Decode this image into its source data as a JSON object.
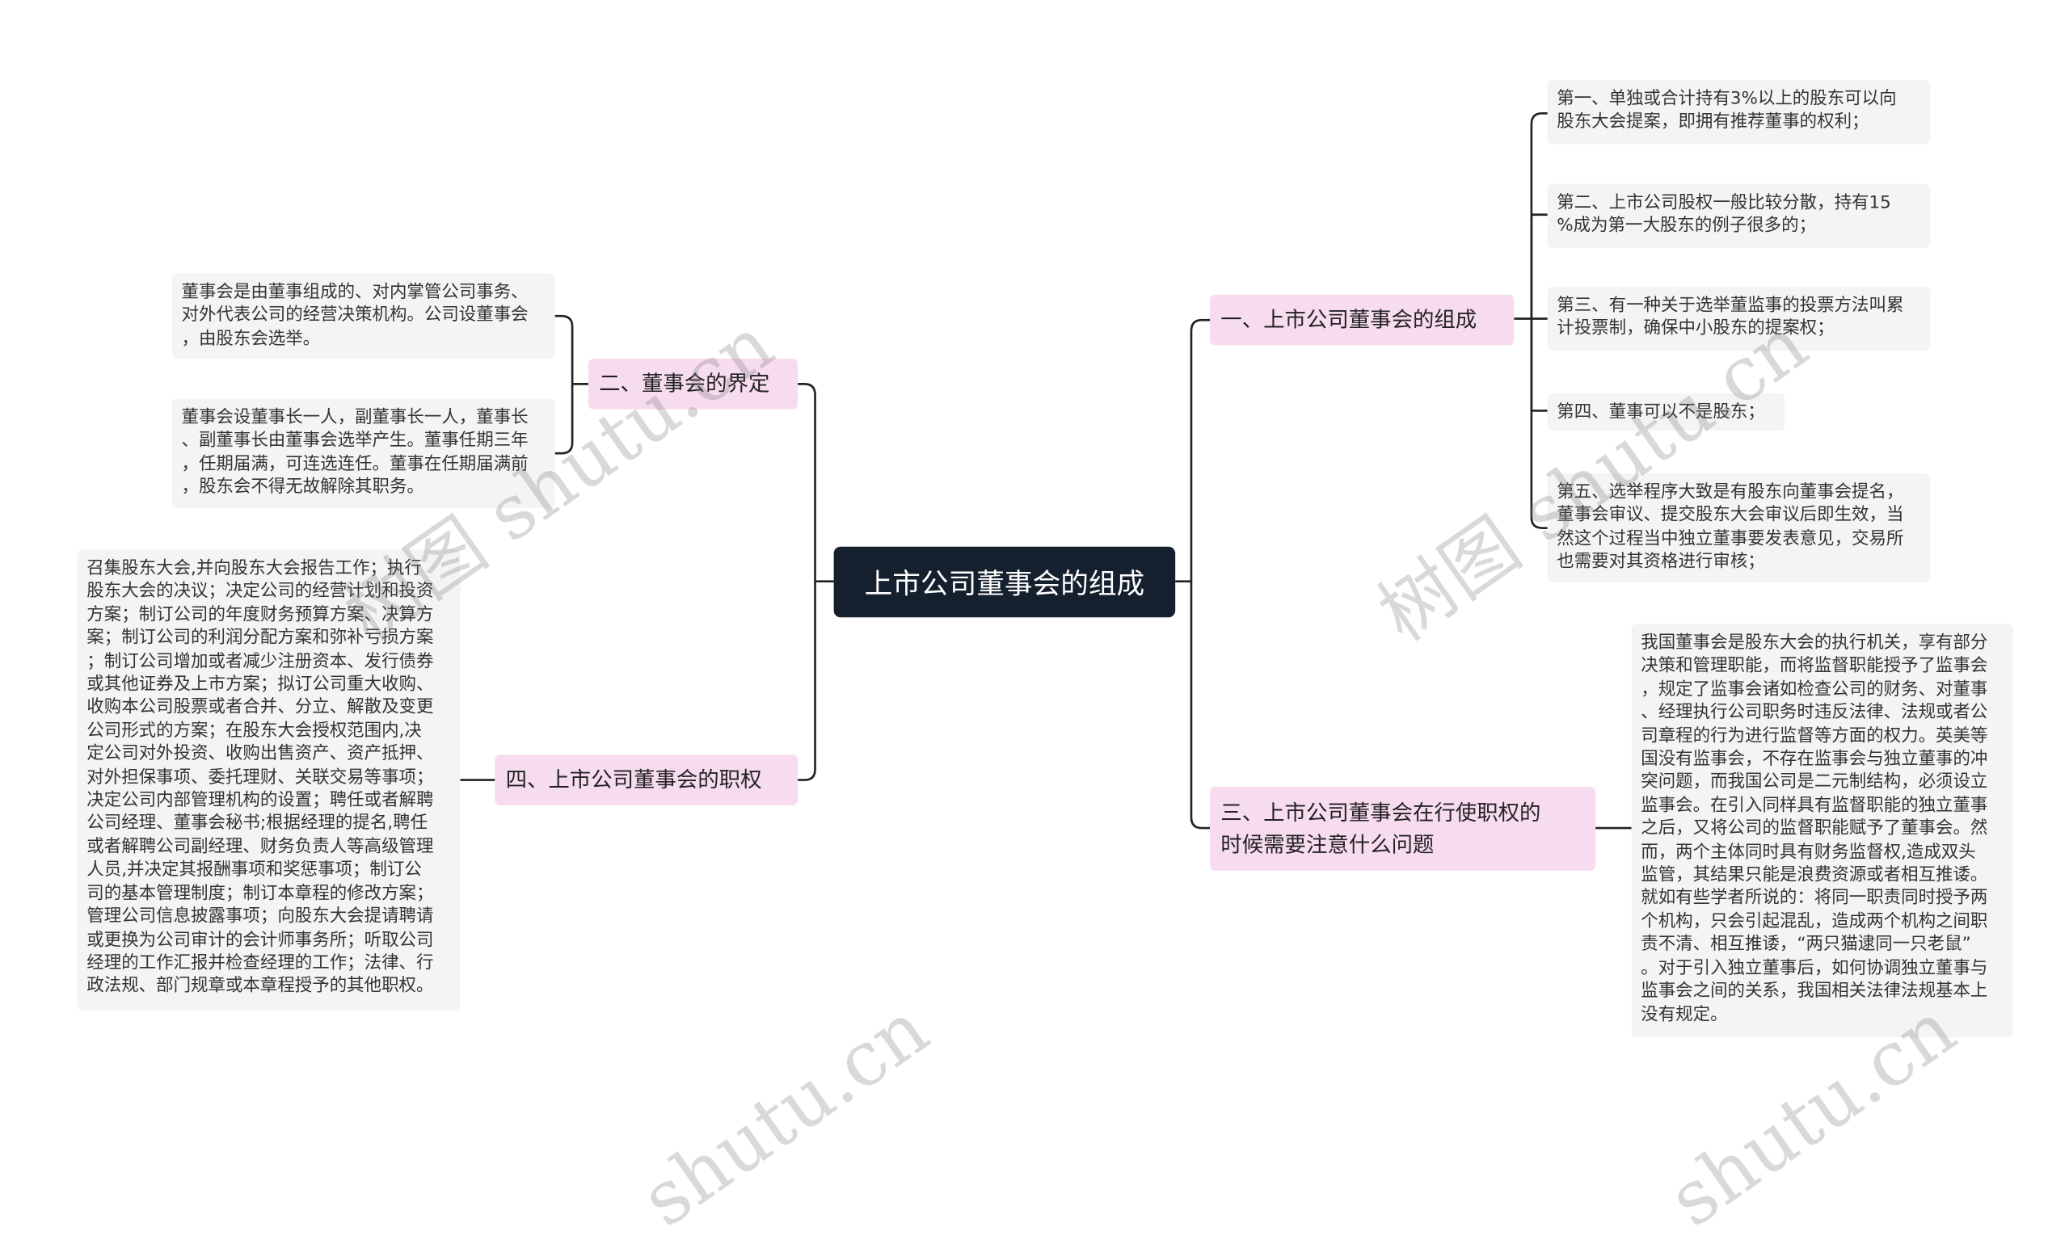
{
  "root": "上市公司董事会的组成",
  "branches": {
    "b1": {
      "label": "一、上市公司董事会的组成",
      "items": [
        "第一、单独或合计持有3%以上的股东可以向\n股东大会提案，即拥有推荐董事的权利；",
        "第二、上市公司股权一般比较分散，持有15\n%成为第一大股东的例子很多的；",
        "第三、有一种关于选举董监事的投票方法叫累\n计投票制，确保中小股东的提案权；",
        "第四、董事可以不是股东；",
        "第五、选举程序大致是有股东向董事会提名，\n董事会审议、提交股东大会审议后即生效，当\n然这个过程当中独立董事要发表意见，交易所\n也需要对其资格进行审核；"
      ]
    },
    "b2": {
      "label": "二、董事会的界定",
      "items": [
        "董事会是由董事组成的、对内掌管公司事务、\n对外代表公司的经营决策机构。公司设董事会\n，由股东会选举。",
        "董事会设董事长一人，副董事长一人，董事长\n、副董事长由董事会选举产生。董事任期三年\n，任期届满，可连选连任。董事在任期届满前\n，股东会不得无故解除其职务。"
      ]
    },
    "b3": {
      "label": "三、上市公司董事会在行使职权的\n时候需要注意什么问题",
      "items": [
        "我国董事会是股东大会的执行机关，享有部分\n决策和管理职能，而将监督职能授予了监事会\n，规定了监事会诸如检查公司的财务、对董事\n、经理执行公司职务时违反法律、法规或者公\n司章程的行为进行监督等方面的权力。英美等\n国没有监事会，不存在监事会与独立董事的冲\n突问题，而我国公司是二元制结构，必须设立\n监事会。在引入同样具有监督职能的独立董事\n之后，又将公司的监督职能赋予了董事会。然\n而，两个主体同时具有财务监督权,造成双头\n监管，其结果只能是浪费资源或者相互推诿。\n就如有些学者所说的：将同一职责同时授予两\n个机构，只会引起混乱，造成两个机构之间职\n责不清、相互推诿，“两只猫逮同一只老鼠”\n。对于引入独立董事后，如何协调独立董事与\n监事会之间的关系，我国相关法律法规基本上\n没有规定。"
      ]
    },
    "b4": {
      "label": "四、上市公司董事会的职权",
      "items": [
        "召集股东大会,并向股东大会报告工作；执行\n股东大会的决议；决定公司的经营计划和投资\n方案；制订公司的年度财务预算方案、决算方\n案；制订公司的利润分配方案和弥补亏损方案\n；制订公司增加或者减少注册资本、发行债券\n或其他证券及上市方案；拟订公司重大收购、\n收购本公司股票或者合并、分立、解散及变更\n公司形式的方案；在股东大会授权范围内,决\n定公司对外投资、收购出售资产、资产抵押、\n对外担保事项、委托理财、关联交易等事项；\n决定公司内部管理机构的设置；聘任或者解聘\n公司经理、董事会秘书;根据经理的提名,聘任\n或者解聘公司副经理、财务负责人等高级管理\n人员,并决定其报酬事项和奖惩事项；制订公\n司的基本管理制度；制订本章程的修改方案；\n管理公司信息披露事项；向股东大会提请聘请\n或更换为公司审计的会计师事务所；听取公司\n经理的工作汇报并检查经理的工作；法律、行\n政法规、部门规章或本章程授予的其他职权。"
      ]
    }
  },
  "watermarks": [
    "树图 shutu.cn",
    "树图 shutu.cn",
    "shutu.cn",
    "shutu.cn"
  ],
  "colors": {
    "root_bg": "#15202e",
    "branch_bg": "#f7dbef",
    "leaf_bg": "#f4f4f4",
    "line": "#222222"
  }
}
